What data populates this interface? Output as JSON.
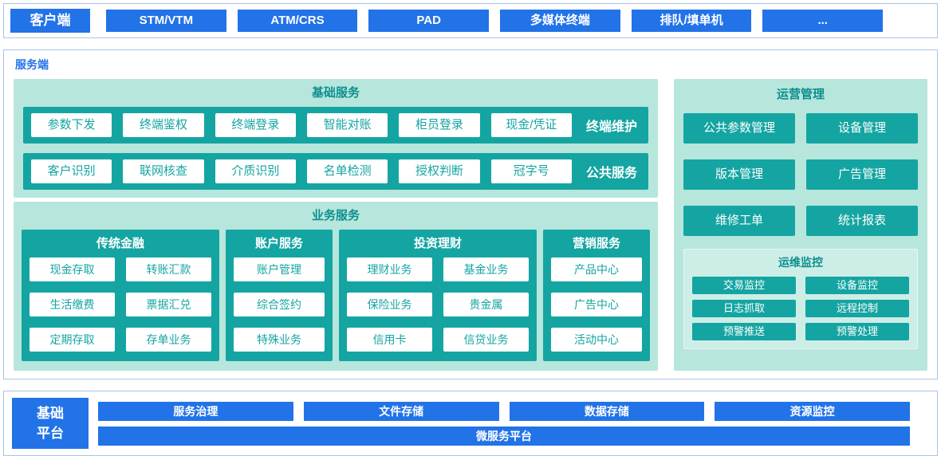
{
  "colors": {
    "blue": "#2273e8",
    "teal": "#14a5a2",
    "teal-dark": "#0d8f8f",
    "panel": "#b7e6dc",
    "monitor-bg": "#cdeee7",
    "border": "#a8c4ec"
  },
  "client": {
    "label": "客户端",
    "items": [
      "STM/VTM",
      "ATM/CRS",
      "PAD",
      "多媒体终端",
      "排队/填单机",
      "..."
    ]
  },
  "server": {
    "label": "服务端",
    "basic_services": {
      "title": "基础服务",
      "rows": [
        {
          "items": [
            "参数下发",
            "终端鉴权",
            "终端登录",
            "智能对账",
            "柜员登录",
            "现金/凭证"
          ],
          "label": "终端维护"
        },
        {
          "items": [
            "客户识别",
            "联网核查",
            "介质识别",
            "名单检测",
            "授权判断",
            "冠字号"
          ],
          "label": "公共服务"
        }
      ]
    },
    "business_services": {
      "title": "业务服务",
      "groups": [
        {
          "title": "传统金融",
          "items": [
            "现金存取",
            "转账汇款",
            "生活缴费",
            "票据汇兑",
            "定期存取",
            "存单业务"
          ]
        },
        {
          "title": "账户服务",
          "items": [
            "账户管理",
            "综合签约",
            "特殊业务"
          ]
        },
        {
          "title": "投资理财",
          "items": [
            "理财业务",
            "基金业务",
            "保险业务",
            "贵金属",
            "信用卡",
            "信贷业务"
          ]
        },
        {
          "title": "营销服务",
          "items": [
            "产品中心",
            "广告中心",
            "活动中心"
          ]
        }
      ]
    },
    "operations": {
      "title": "运营管理",
      "items": [
        "公共参数管理",
        "设备管理",
        "版本管理",
        "广告管理",
        "维修工单",
        "统计报表"
      ],
      "monitoring": {
        "title": "运维监控",
        "items": [
          "交易监控",
          "设备监控",
          "日志抓取",
          "远程控制",
          "预警推送",
          "预警处理"
        ]
      }
    }
  },
  "platform": {
    "label": "基础平台",
    "items": [
      "服务治理",
      "文件存储",
      "数据存储",
      "资源监控"
    ],
    "bottom": "微服务平台"
  }
}
